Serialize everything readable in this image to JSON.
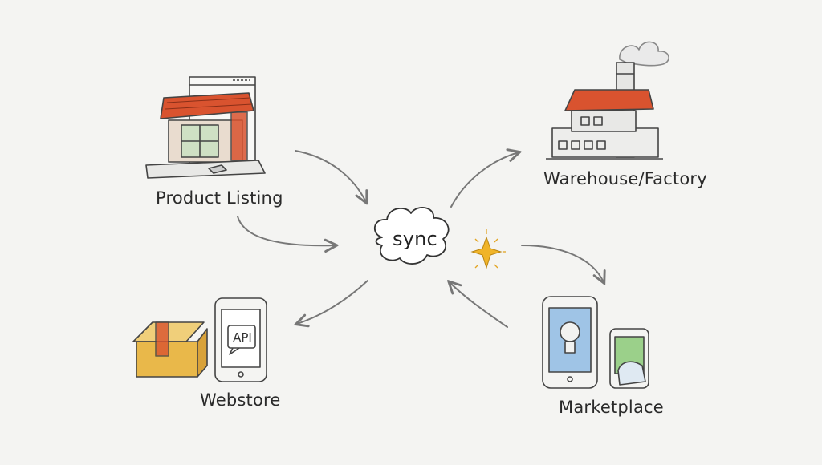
{
  "nodes": {
    "product_listing": {
      "label": "Product Listing",
      "icon": "storefront-on-laptop-icon"
    },
    "warehouse": {
      "label": "Warehouse/Factory",
      "icon": "factory-icon"
    },
    "webstore": {
      "label": "Webstore",
      "icon": "box-and-phone-icon"
    },
    "marketplace": {
      "label": "Marketplace",
      "icon": "tablet-and-phone-icon"
    },
    "sync": {
      "label": "sync",
      "icon": "cloud-icon"
    }
  },
  "phone_screen_text": "API",
  "colors": {
    "background": "#f4f4f2",
    "awning": "#d9532f",
    "box": "#e9b84a",
    "screen_blue": "#9fc4e6",
    "screen_green": "#9bd08a",
    "sparkle": "#f0b429",
    "arrow": "#7a7a7a"
  }
}
